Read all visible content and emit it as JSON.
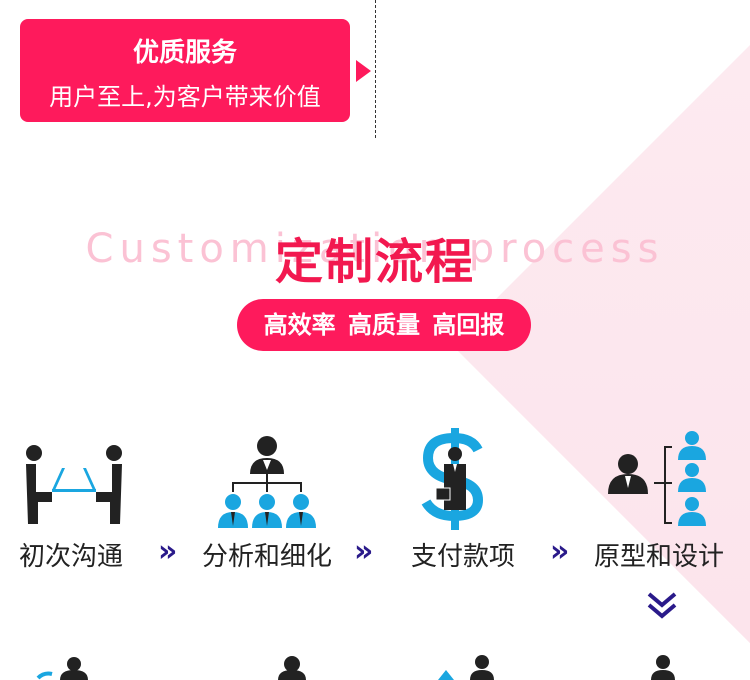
{
  "service": {
    "title": "优质服务",
    "subtitle": "用户至上,为客户带来价值"
  },
  "section": {
    "watermark": "Customization process",
    "title": "定制流程",
    "slogan": "高效率 高质量 高回报"
  },
  "steps": [
    {
      "label": "初次沟通",
      "icon": "meeting-icon"
    },
    {
      "label": "分析和细化",
      "icon": "org-chart-icon"
    },
    {
      "label": "支付款项",
      "icon": "dollar-businessman-icon"
    },
    {
      "label": "原型和设计",
      "icon": "team-structure-icon"
    }
  ],
  "colors": {
    "accent": "#fe1a5c",
    "icon_blue": "#1aa6e0",
    "icon_dark": "#222222",
    "chevron": "#2a1a8a",
    "watermark": "#fbc2d4"
  }
}
